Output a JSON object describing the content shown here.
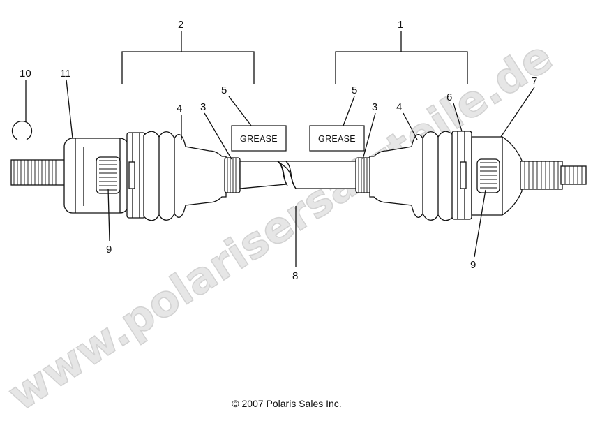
{
  "callouts": {
    "c1": "1",
    "c2": "2",
    "c3a": "3",
    "c3b": "3",
    "c4a": "4",
    "c4b": "4",
    "c5a": "5",
    "c5b": "5",
    "c6": "6",
    "c7": "7",
    "c8": "8",
    "c9a": "9",
    "c9b": "9",
    "c10": "10",
    "c11": "11"
  },
  "labels": {
    "grease_left": "GREASE",
    "grease_right": "GREASE"
  },
  "footer": {
    "copyright": "© 2007 Polaris Sales Inc."
  },
  "watermark": {
    "text": "www.polarisersatzteile.de"
  },
  "colors": {
    "line": "#111111",
    "watermark": "#e6e6e6"
  }
}
